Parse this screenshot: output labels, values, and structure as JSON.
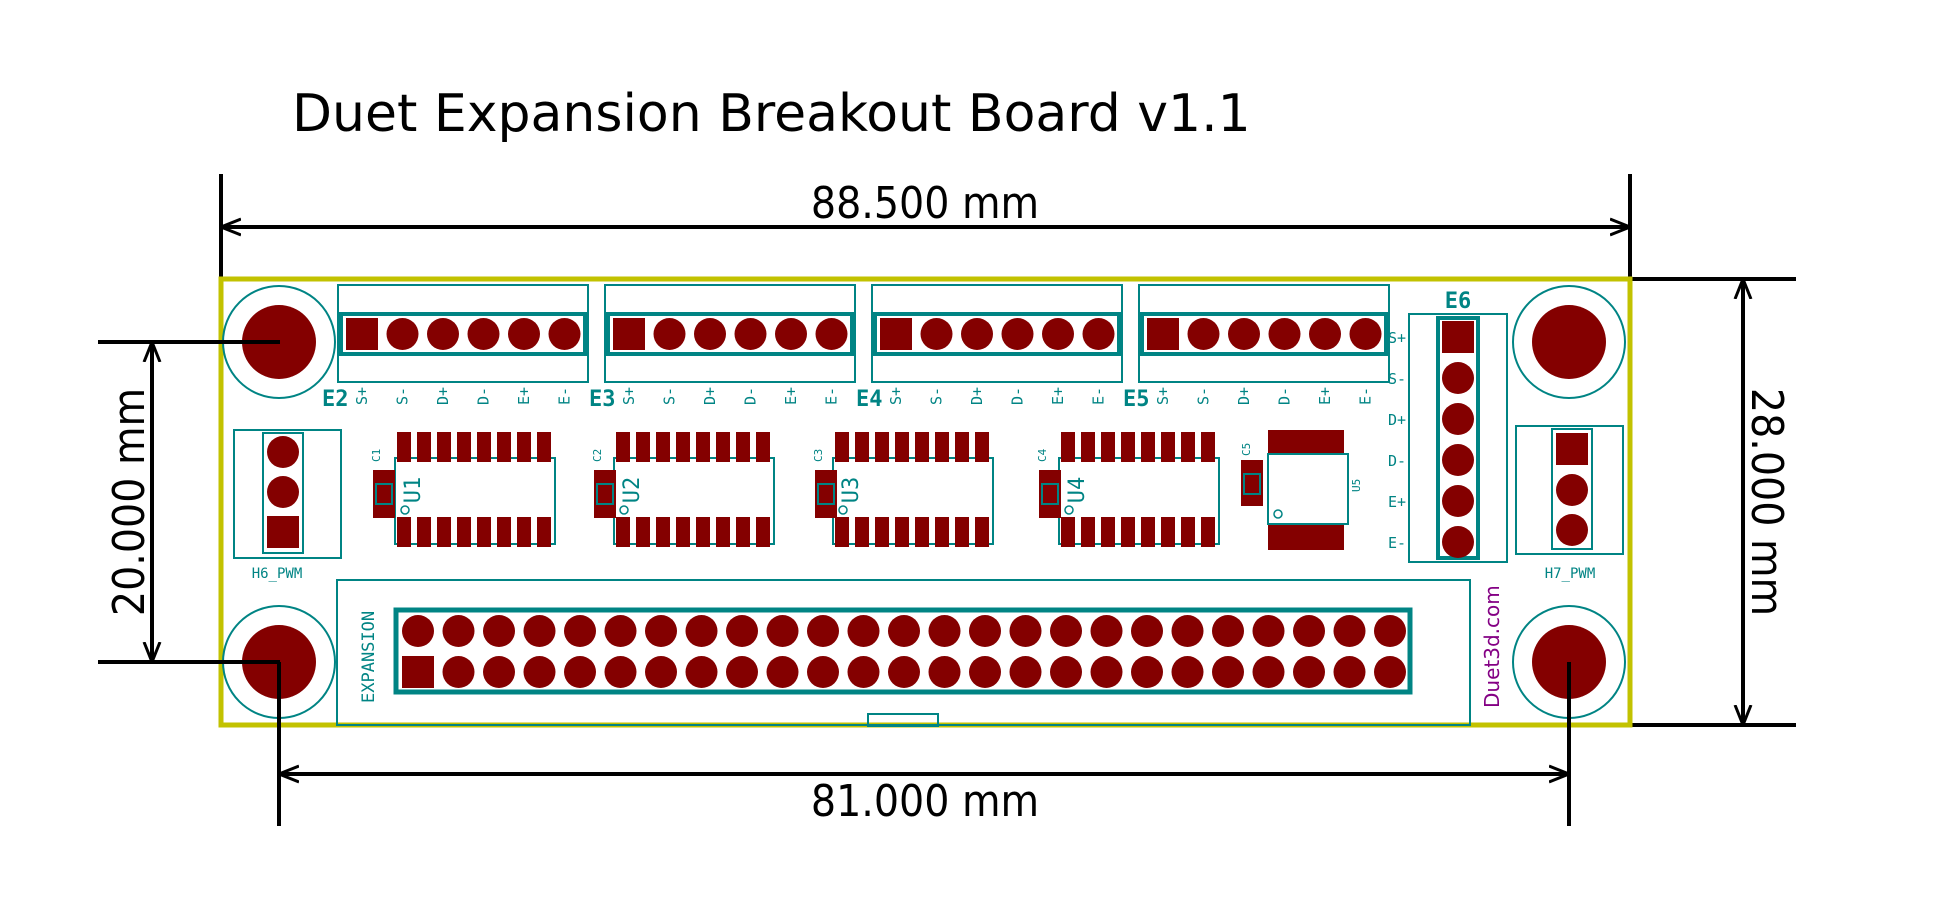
{
  "title": "Duet Expansion Breakout Board v1.1",
  "dimensions": {
    "width": "88.500 mm",
    "height": "28.000 mm",
    "hole_spacing_x": "81.000 mm",
    "hole_spacing_y": "20.000 mm"
  },
  "connectors": [
    {
      "ref": "E2",
      "pins": [
        "S+",
        "S-",
        "D+",
        "D-",
        "E+",
        "E-"
      ]
    },
    {
      "ref": "E3",
      "pins": [
        "S+",
        "S-",
        "D+",
        "D-",
        "E+",
        "E-"
      ]
    },
    {
      "ref": "E4",
      "pins": [
        "S+",
        "S-",
        "D+",
        "D-",
        "E+",
        "E-"
      ]
    },
    {
      "ref": "E5",
      "pins": [
        "S+",
        "S-",
        "D+",
        "D-",
        "E+",
        "E-"
      ]
    }
  ],
  "side_connector": {
    "ref": "E6",
    "pins": [
      "S+",
      "S-",
      "D+",
      "D-",
      "E+",
      "E-"
    ]
  },
  "chips": [
    "U1",
    "U2",
    "U3",
    "U4"
  ],
  "chip5": "U5",
  "caps": [
    "C1",
    "C2",
    "C3",
    "C4",
    "C5"
  ],
  "headers": {
    "left": "H6_PWM",
    "right": "H7_PWM"
  },
  "expansion_label": "EXPANSION",
  "brand": "Duet3d.com",
  "colors": {
    "copper": "#840000",
    "silk": "#008484",
    "edge": "#c2c200",
    "brand": "#840084"
  }
}
